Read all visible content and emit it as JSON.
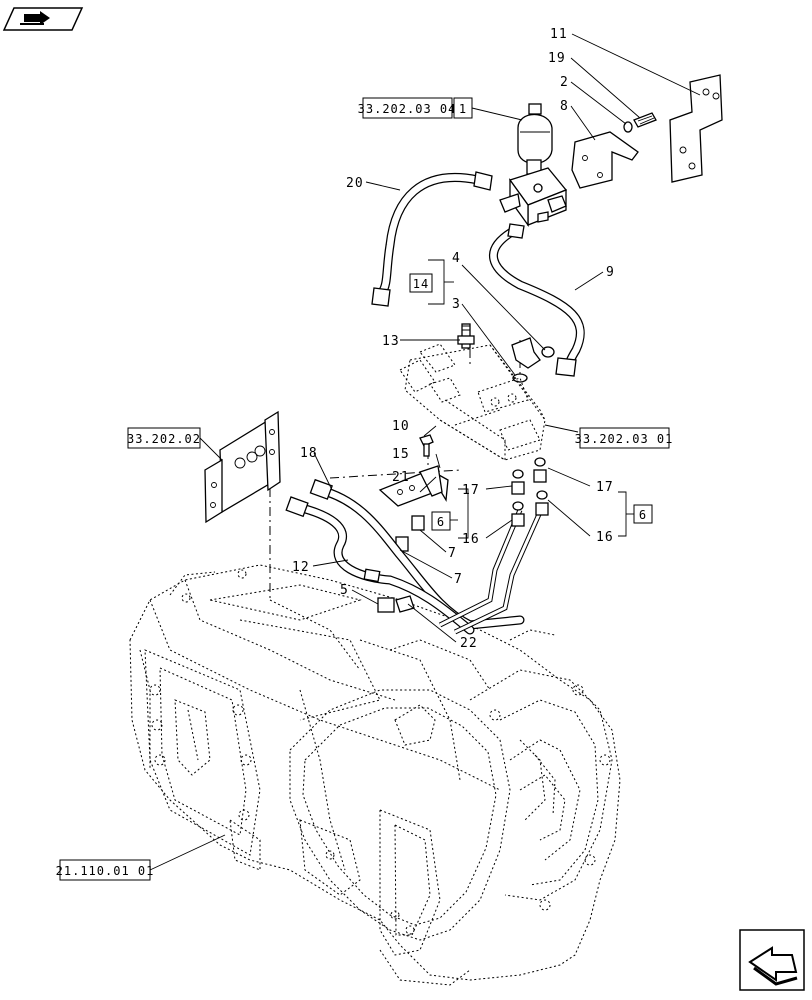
{
  "references": {
    "ref_top": "33.202.03 04",
    "ref_top_item": "1",
    "ref_middle": "33.202.03 01",
    "ref_left": "33.202.02",
    "ref_bottom": "21.110.01 01",
    "group_14": "14",
    "group_6_left": "6",
    "group_6_right": "6"
  },
  "callouts": {
    "c11": "11",
    "c19": "19",
    "c2": "2",
    "c8": "8",
    "c20": "20",
    "c9": "9",
    "c4": "4",
    "c3": "3",
    "c13": "13",
    "c10": "10",
    "c15": "15",
    "c21": "21",
    "c18": "18",
    "c17_left": "17",
    "c16_left": "16",
    "c7_a": "7",
    "c7_b": "7",
    "c12": "12",
    "c5": "5",
    "c22": "22",
    "c17_right": "17",
    "c16_right": "16"
  },
  "icons": {
    "top_left": "book-arrow-icon",
    "bottom_right": "next-page-arrow-icon"
  }
}
